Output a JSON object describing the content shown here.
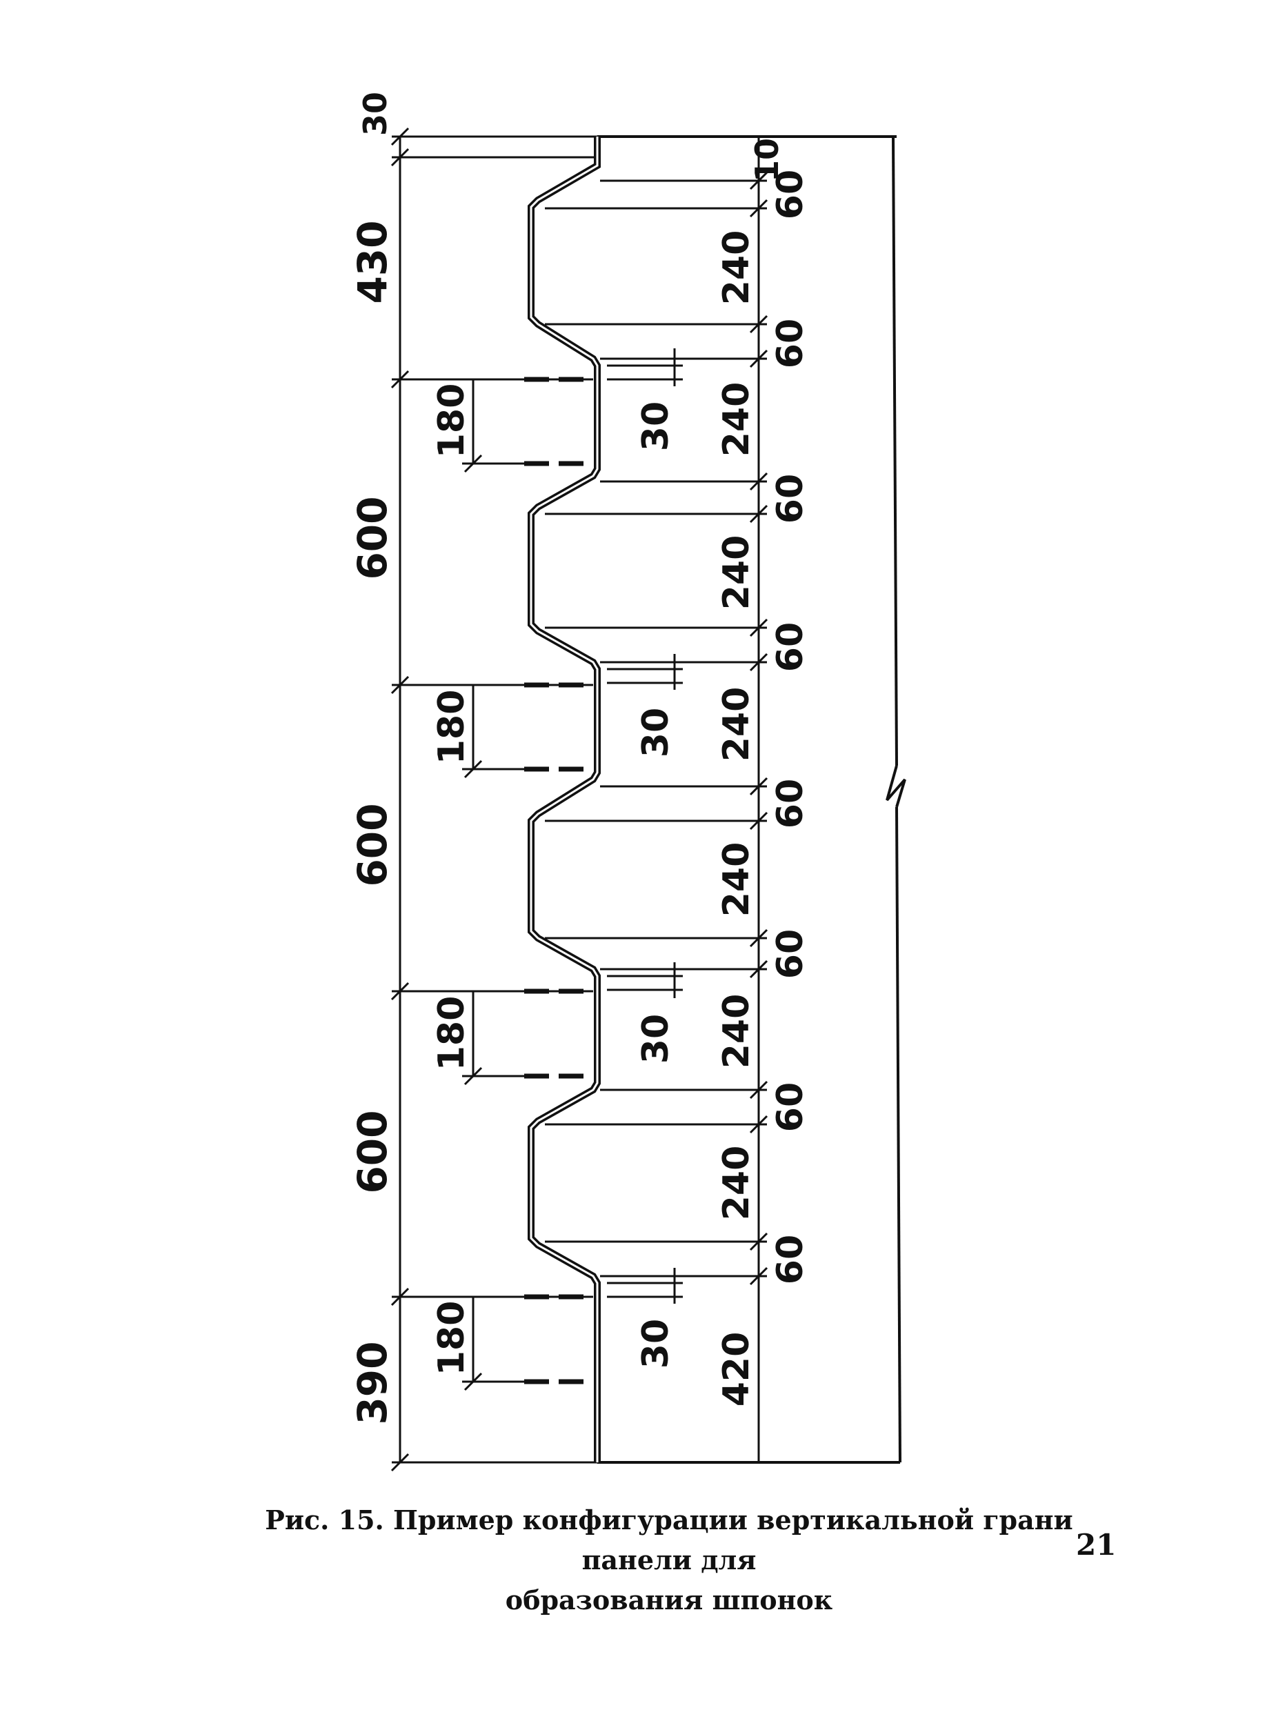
{
  "figure": {
    "left_dimensions": [
      "30",
      "430",
      "600",
      "600",
      "600",
      "390"
    ],
    "key_height_labels": [
      "180",
      "180",
      "180",
      "180"
    ],
    "key_depth_labels": [
      "30",
      "30",
      "30",
      "30"
    ],
    "right_fine_labels": [
      "10",
      "60",
      "240",
      "60",
      "240",
      "60",
      "240",
      "60",
      "240",
      "60",
      "240",
      "60",
      "240",
      "60",
      "240",
      "60",
      "420"
    ]
  },
  "caption": {
    "line1": "Рис. 15. Пример конфигурации вертикальной грани панели для",
    "line2": "образования  шпонок"
  },
  "page_number": "21"
}
